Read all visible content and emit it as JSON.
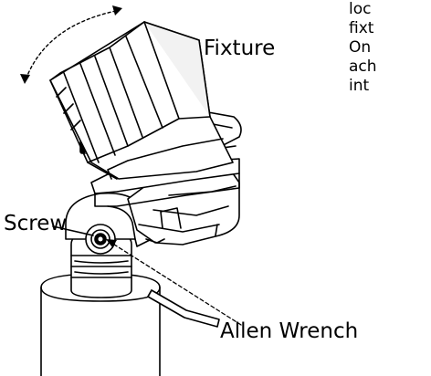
{
  "labels": {
    "fixture": "Fixture",
    "screw": "Screw",
    "wrench": "Allen Wrench"
  },
  "side_text": [
    "loc",
    "fixt",
    "On",
    "ach",
    "int"
  ]
}
